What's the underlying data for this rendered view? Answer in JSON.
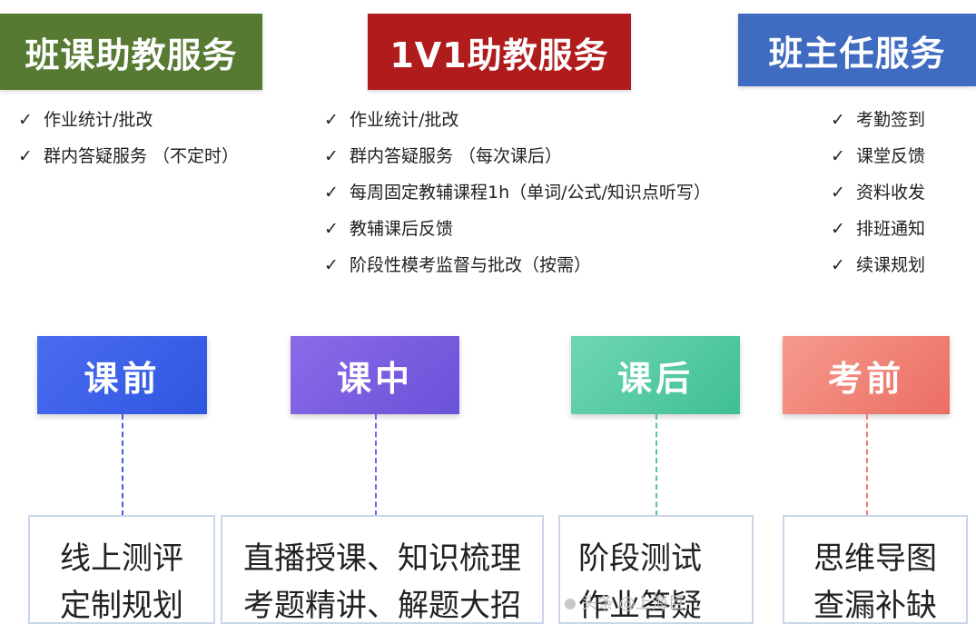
{
  "services": {
    "class_ta": {
      "title": "班课助教服务",
      "items": [
        "作业统计/批改",
        "群内答疑服务 （不定时）"
      ]
    },
    "one_on_one_ta": {
      "title": "1V1助教服务",
      "items": [
        "作业统计/批改",
        "群内答疑服务 （每次课后）",
        "每周固定教辅课程1h（单词/公式/知识点听写）",
        "教辅课后反馈",
        "阶段性模考监督与批改（按需）"
      ]
    },
    "homeroom": {
      "title": "班主任服务",
      "items": [
        "考勤签到",
        "课堂反馈",
        "资料收发",
        "排班通知",
        "续课规划"
      ]
    }
  },
  "check_mark": "✓",
  "stages": [
    {
      "label": "课前",
      "lines": [
        "线上测评",
        "定制规划"
      ],
      "color": "#3458e2"
    },
    {
      "label": "课中",
      "lines": [
        "直播授课、知识梳理",
        "考题精讲、解题大招"
      ],
      "color": "#7a5ce0"
    },
    {
      "label": "课后",
      "lines": [
        "阶段测试",
        "作业答疑"
      ],
      "color": "#4ec59c"
    },
    {
      "label": "考前",
      "lines": [
        "思维导图",
        "查漏补缺"
      ],
      "color": "#ee7d72"
    }
  ],
  "watermark": "头条 @上海巨"
}
